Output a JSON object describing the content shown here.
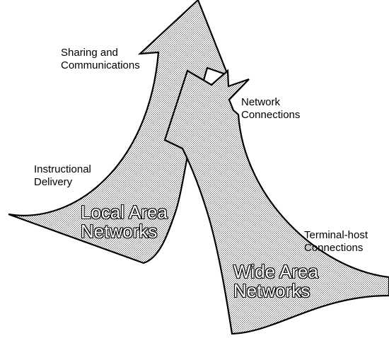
{
  "colors": {
    "stroke": "#000000",
    "dots": "#6e6e6e",
    "background": "#ffffff"
  },
  "arrows": {
    "lan": {
      "line1": "Local Area",
      "line2": "Networks"
    },
    "wan": {
      "line1": "Wide Area",
      "line2": "Networks"
    }
  },
  "labels": {
    "sharing": {
      "line1": "Sharing and",
      "line2": "Communications"
    },
    "network": {
      "line1": "Network",
      "line2": "Connections"
    },
    "instructional": {
      "line1": "Instructional",
      "line2": "Delivery"
    },
    "terminal": {
      "line1": "Terminal-host",
      "line2": "Connections"
    }
  }
}
